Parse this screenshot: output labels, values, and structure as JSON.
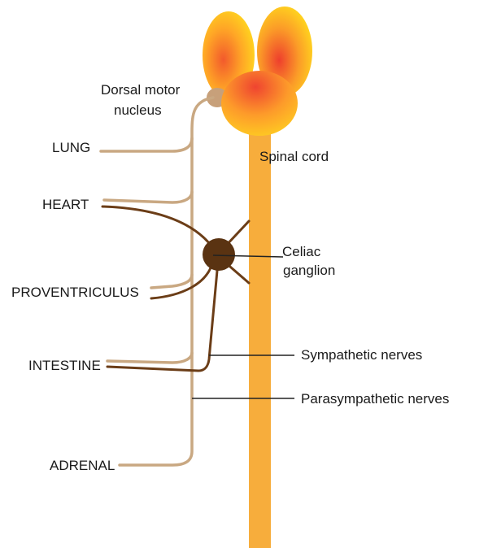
{
  "labels": {
    "dorsal_motor_nucleus_line1": "Dorsal motor",
    "dorsal_motor_nucleus_line2": "nucleus",
    "spinal_cord": "Spinal cord",
    "lung": "LUNG",
    "heart": "HEART",
    "celiac_ganglion_line1": "Celiac",
    "celiac_ganglion_line2": "ganglion",
    "proventriculus": "PROVENTRICULUS",
    "intestine": "INTESTINE",
    "sympathetic_nerves": "Sympathetic nerves",
    "parasympathetic_nerves": "Parasympathetic nerves",
    "adrenal": "ADRENAL"
  },
  "colors": {
    "parasympathetic_nerve": "#c9a882",
    "sympathetic_nerve": "#6b3d17",
    "celiac_ganglion": "#5a3312",
    "spinal_cord": "#f7ad3c",
    "dorsal_motor_nucleus": "#c7a07a",
    "brain_outer": "#ffd21e",
    "brain_inner": "#f04a2a",
    "leader_line": "#222222"
  }
}
